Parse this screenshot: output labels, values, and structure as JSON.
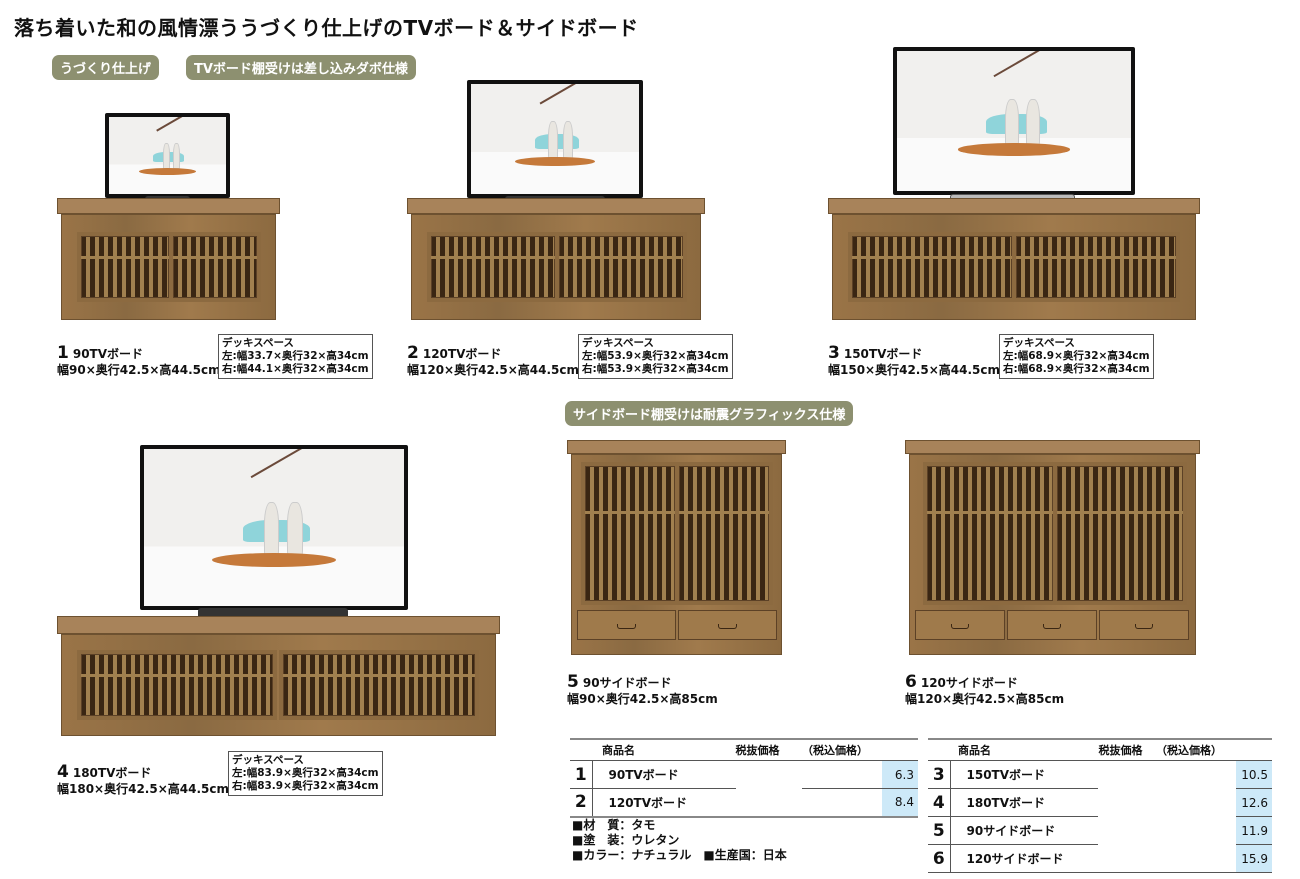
{
  "title": "落ち着いた和の風情漂ううづくり仕上げのTVボード＆サイドボード",
  "tags": [
    "うづくり仕上げ",
    "TVボード棚受けは差し込みダボ仕様",
    "サイドボード棚受けは耐震グラフィックス仕様"
  ],
  "products": [
    {
      "num": "1",
      "name": "90TVボード",
      "size": "幅90×奥行42.5×高44.5cm",
      "deck_title": "デッキスペース",
      "deck_left": "左:幅33.7×奥行32×高34cm",
      "deck_right": "右:幅44.1×奥行32×高34cm"
    },
    {
      "num": "2",
      "name": "120TVボード",
      "size": "幅120×奥行42.5×高44.5cm",
      "deck_title": "デッキスペース",
      "deck_left": "左:幅53.9×奥行32×高34cm",
      "deck_right": "右:幅53.9×奥行32×高34cm"
    },
    {
      "num": "3",
      "name": "150TVボード",
      "size": "幅150×奥行42.5×高44.5cm",
      "deck_title": "デッキスペース",
      "deck_left": "左:幅68.9×奥行32×高34cm",
      "deck_right": "右:幅68.9×奥行32×高34cm"
    },
    {
      "num": "4",
      "name": "180TVボード",
      "size": "幅180×奥行42.5×高44.5cm",
      "deck_title": "デッキスペース",
      "deck_left": "左:幅83.9×奥行32×高34cm",
      "deck_right": "右:幅83.9×奥行32×高34cm"
    },
    {
      "num": "5",
      "name": "90サイドボード",
      "size": "幅90×奥行42.5×高85cm"
    },
    {
      "num": "6",
      "name": "120サイドボード",
      "size": "幅120×奥行42.5×高85cm"
    }
  ],
  "table": {
    "headers": {
      "name": "商品名",
      "price": "税抜価格",
      "tax": "（税込価格）"
    },
    "rows": [
      {
        "num": "1",
        "name": "90TVボード",
        "price": "6.3"
      },
      {
        "num": "2",
        "name": "120TVボード",
        "price": "8.4"
      },
      {
        "num": "3",
        "name": "150TVボード",
        "price": "10.5"
      },
      {
        "num": "4",
        "name": "180TVボード",
        "price": "12.6"
      },
      {
        "num": "5",
        "name": "90サイドボード",
        "price": "11.9"
      },
      {
        "num": "6",
        "name": "120サイドボード",
        "price": "15.9"
      }
    ]
  },
  "specs": {
    "material": "■材　質：タモ",
    "finish": "■塗　装：ウレタン",
    "color": "■カラー：ナチュラル",
    "origin": "■生産国：日本"
  }
}
